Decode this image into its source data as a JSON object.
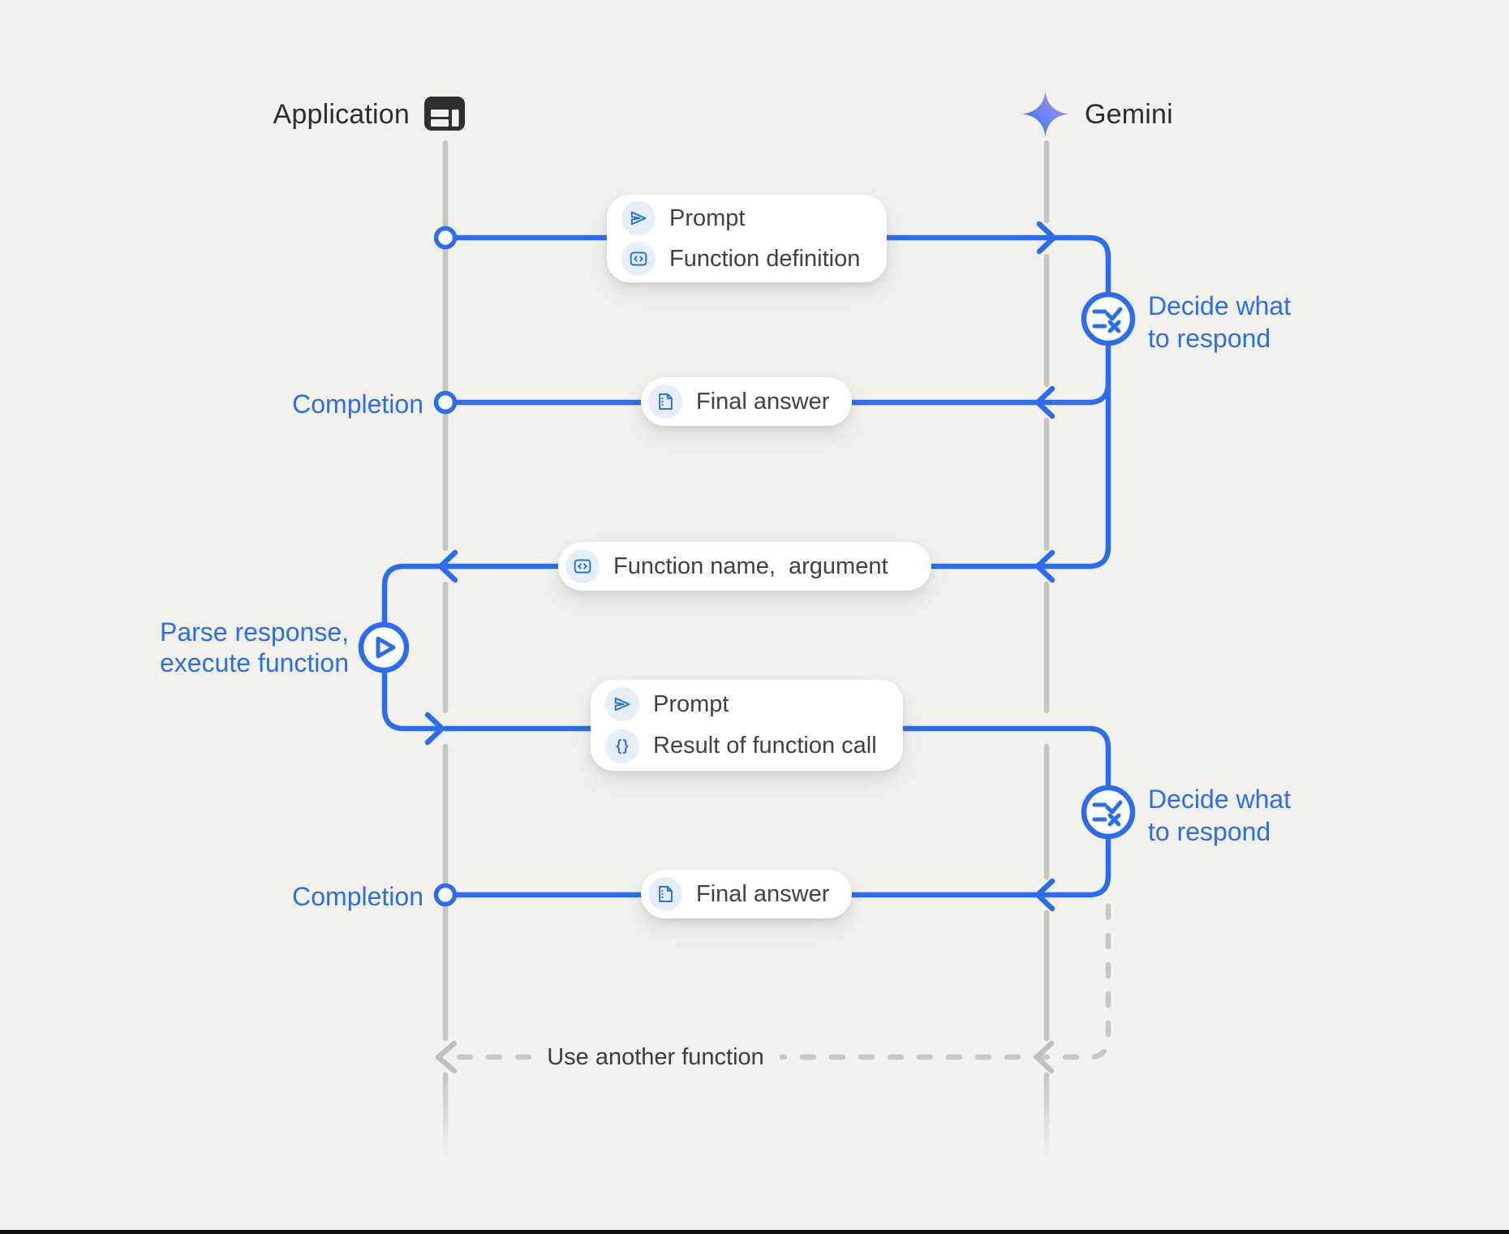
{
  "colors": {
    "background": "#f2f1ee",
    "line_blue": "#2a6df4",
    "lifeline_gray": "#c7c5c2",
    "dashed_gray": "#c9c7c4",
    "box_text": "#3f4245",
    "badge_bg": "#e7eefb",
    "bottom_bar": "#101010"
  },
  "actors": {
    "application": {
      "label": "Application",
      "icon": "app-window-icon"
    },
    "gemini": {
      "label": "Gemini",
      "icon": "gemini-star-icon"
    }
  },
  "messages": {
    "prompt_function_definition": {
      "rows": [
        {
          "icon": "send-icon",
          "label": "Prompt"
        },
        {
          "icon": "code-icon",
          "label": "Function definition"
        }
      ]
    },
    "final_answer_1": {
      "icon": "document-icon",
      "label": "Final answer"
    },
    "function_name_argument": {
      "icon": "code-icon",
      "label": "Function name,  argument"
    },
    "prompt_function_result": {
      "rows": [
        {
          "icon": "send-icon",
          "label": "Prompt"
        },
        {
          "icon": "braces-icon",
          "label": "Result of function call"
        }
      ]
    },
    "final_answer_2": {
      "icon": "document-icon",
      "label": "Final answer"
    }
  },
  "annotations": {
    "completion_1": {
      "label": "Completion"
    },
    "completion_2": {
      "label": "Completion"
    },
    "decide_1": {
      "icon": "checklist-icon",
      "line1": "Decide what",
      "line2": "to respond"
    },
    "decide_2": {
      "icon": "checklist-icon",
      "line1": "Decide what",
      "line2": "to respond"
    },
    "parse_execute": {
      "icon": "play-icon",
      "line1": "Parse response,",
      "line2": "execute function"
    },
    "use_another_function": {
      "label": "Use another function"
    }
  }
}
